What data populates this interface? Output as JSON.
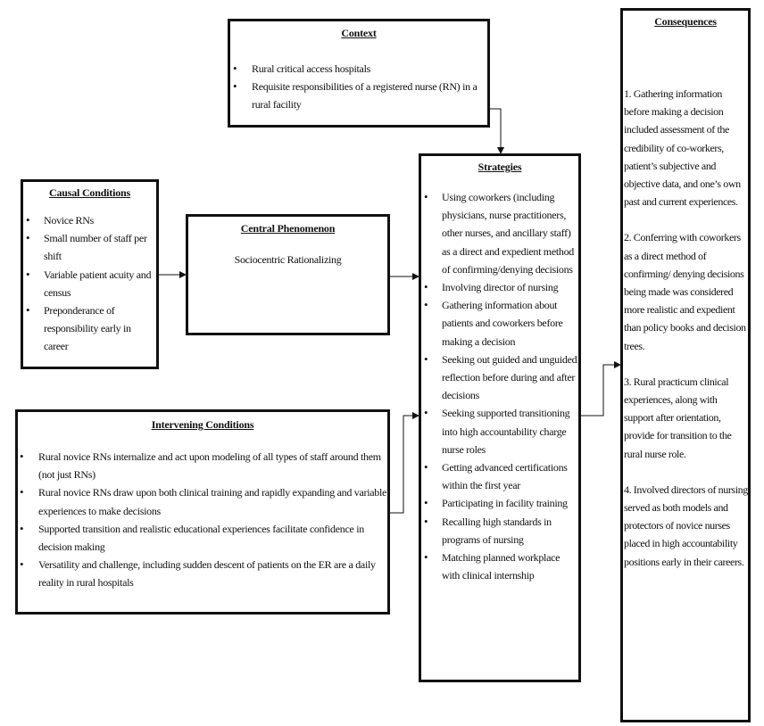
{
  "context": {
    "title": "Context",
    "items": [
      "Rural critical access hospitals",
      "Requisite responsibilities of a registered nurse (RN) in a rural facility"
    ]
  },
  "causal": {
    "title": "Causal Conditions",
    "items": [
      "Novice RNs",
      "Small number of staff per shift",
      "Variable patient acuity and census",
      "Preponderance of responsibility early in career"
    ]
  },
  "central": {
    "title": "Central Phenomenon",
    "text": "Sociocentric Rationalizing"
  },
  "intervening": {
    "title": "Intervening Conditions",
    "items": [
      "Rural novice RNs internalize and act upon modeling of all types of staff around them (not just RNs)",
      "Rural novice RNs draw upon both clinical training and rapidly expanding and variable experiences to make decisions",
      "Supported transition and realistic educational experiences facilitate confidence in decision making",
      "Versatility and challenge, including sudden descent of patients on the ER are a daily reality in rural hospitals"
    ]
  },
  "strategies": {
    "title": "Strategies",
    "items": [
      " Using coworkers (including physicians, nurse practitioners, other nurses, and ancillary staff) as a direct and expedient method of confirming/denying decisions",
      "Involving director of nursing",
      "Gathering information about patients and coworkers before making a decision",
      "Seeking out guided and unguided reflection before during and after decisions",
      "Seeking supported transitioning into high accountability charge nurse roles",
      "Getting advanced certifications within the first year",
      "Participating in facility training",
      "Recalling high standards in programs of nursing",
      "Matching planned workplace with clinical internship"
    ]
  },
  "consequences": {
    "title": "Consequences",
    "items": [
      "1. Gathering information before making a decision included assessment of the credibility of co-workers, patient’s subjective and objective data, and one’s own past and current experiences.",
      "2. Conferring with coworkers as a direct method of confirming/ denying decisions being made was considered more realistic and expedient than policy books and decision trees.",
      "3. Rural practicum clinical experiences, along with support after orientation, provide for transition to the rural nurse role.",
      "4. Involved directors of nursing served as both models and protectors of novice nurses placed in high accountability positions early in their careers."
    ]
  }
}
